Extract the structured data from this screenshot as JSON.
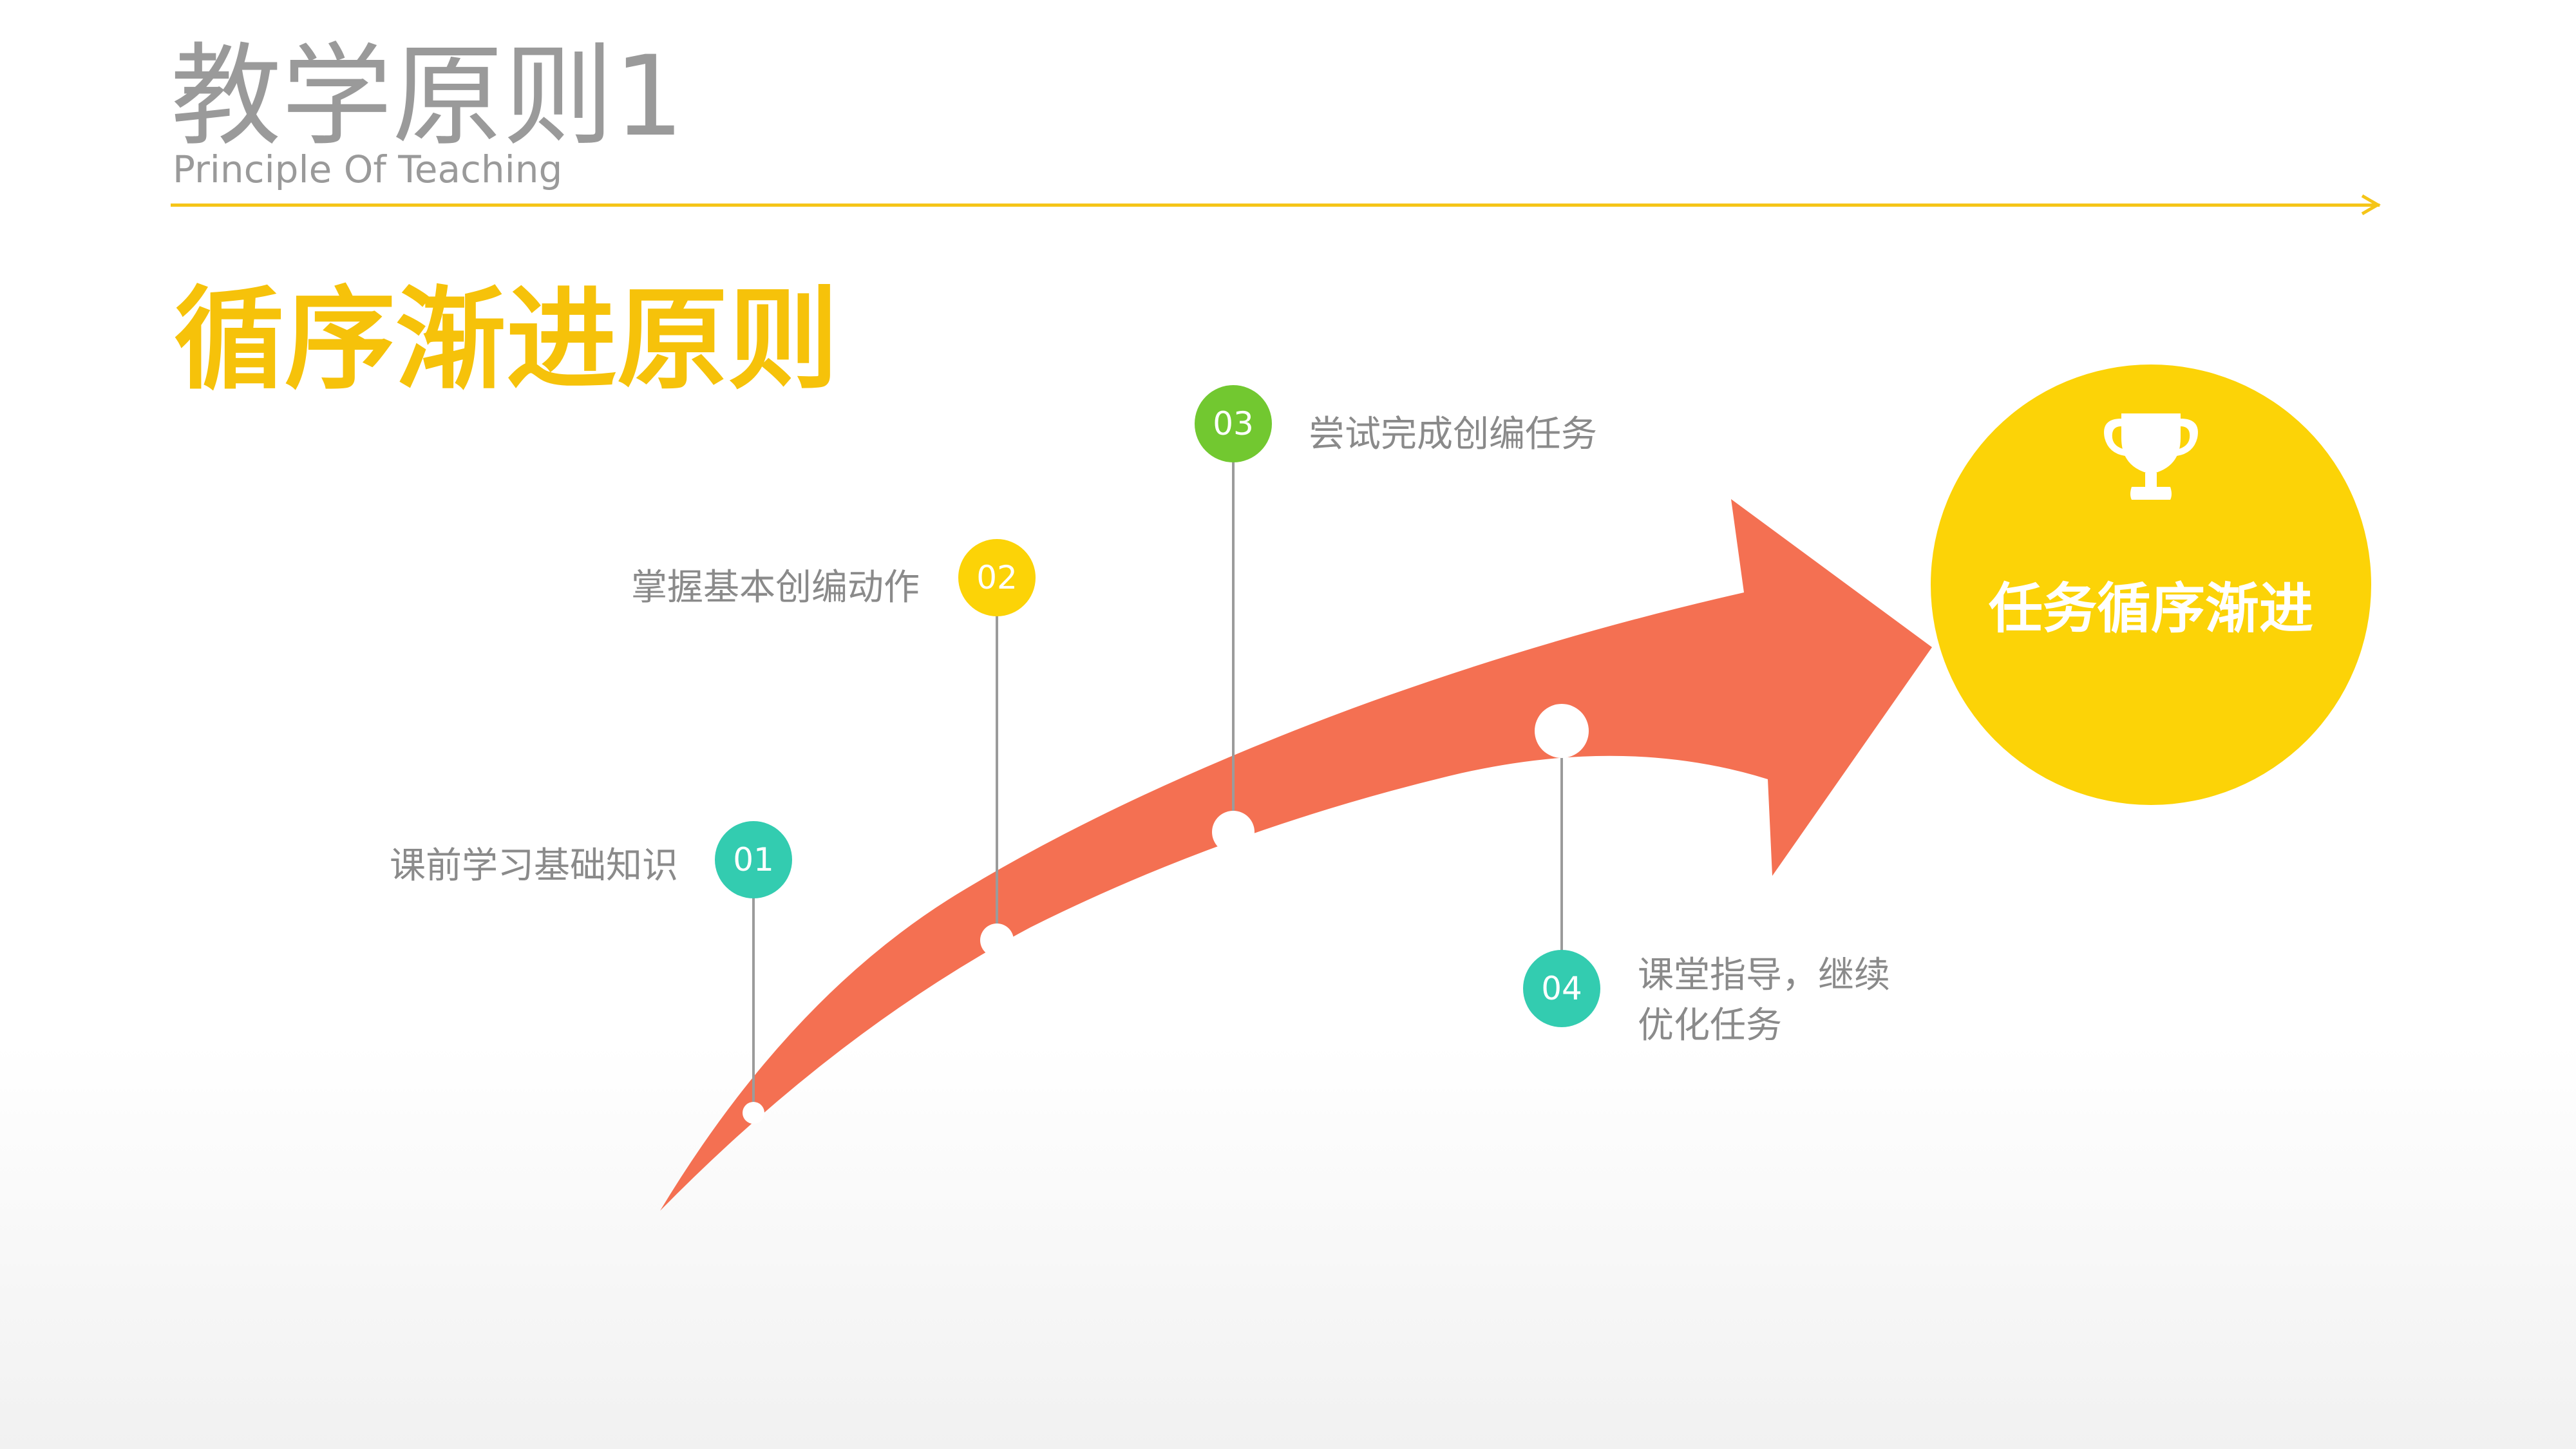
{
  "header": {
    "title": "教学原则1",
    "subtitle": "Principle Of Teaching"
  },
  "section_title": "循序渐进原则",
  "steps": [
    {
      "number": "01",
      "label": "课前学习基础知识"
    },
    {
      "number": "02",
      "label": "掌握基本创编动作"
    },
    {
      "number": "03",
      "label": "尝试完成创编任务"
    },
    {
      "number": "04",
      "label_line1": "课堂指导，继续",
      "label_line2": "优化任务"
    }
  ],
  "goal": {
    "label": "任务循序渐进",
    "icon": "trophy-icon"
  },
  "colors": {
    "accent_yellow": "#f6c20a",
    "goal_circle": "#fcd307",
    "arrow": "#f47052",
    "teal": "#33ccb0",
    "green": "#72c830",
    "text_gray": "#8a8a8a",
    "connector_gray": "#9b9b9b"
  }
}
